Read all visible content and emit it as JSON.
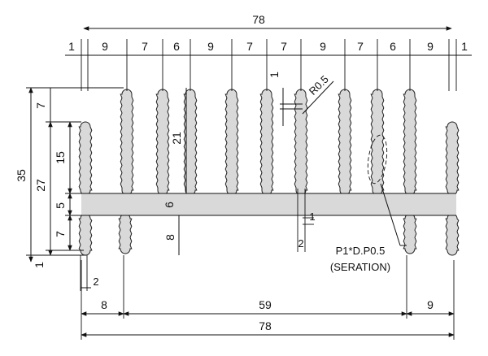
{
  "drawing": {
    "overall_width_top": "78",
    "overall_width_bottom": "78",
    "top_pitches": [
      "1",
      "9",
      "7",
      "6",
      "9",
      "7",
      "7",
      "9",
      "7",
      "6",
      "9",
      "1"
    ],
    "bottom_dims": [
      "8",
      "59",
      "9"
    ],
    "left_dims": {
      "total_height": "35",
      "upper_height": "27",
      "d7_top": "7",
      "d15": "15",
      "d5": "5",
      "d7_bottom": "7",
      "d1": "1"
    },
    "inner_dims": {
      "fin_height": "21",
      "base_thickness": "6",
      "bottom_fin": "8",
      "step": "1",
      "radius": "R0.5",
      "fin_thickness": "2",
      "lower_step": "1",
      "bottom_left_small": "2"
    },
    "note_line1": "P1*D.P0.5",
    "note_line2": "(SERATION)"
  }
}
